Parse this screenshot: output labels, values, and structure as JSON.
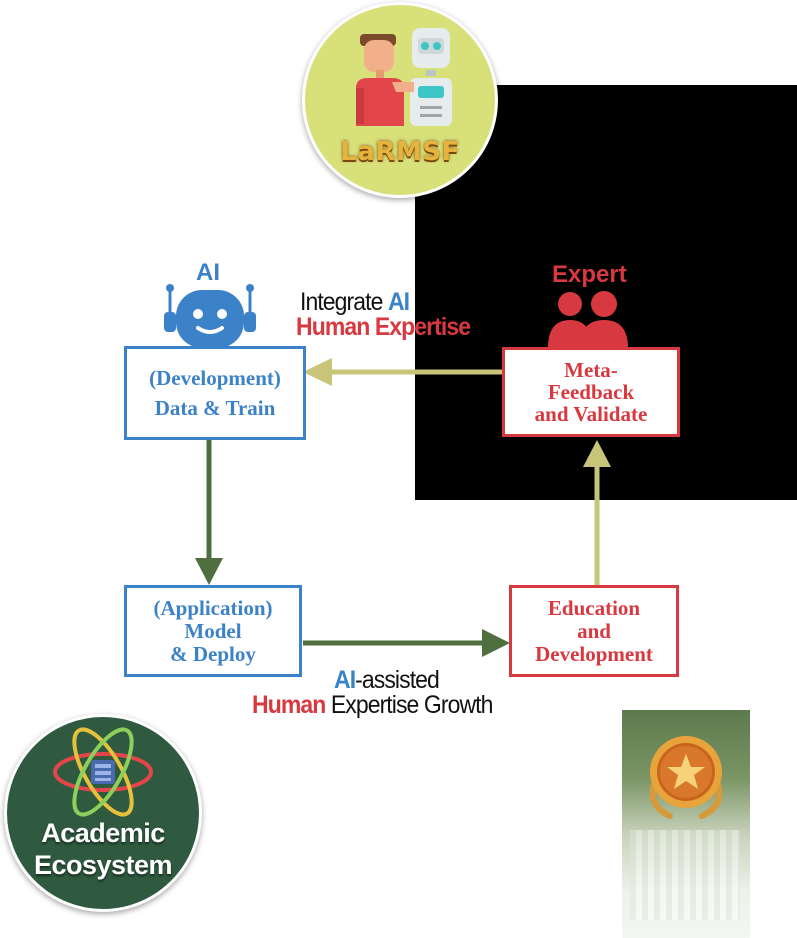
{
  "badges": {
    "top": {
      "label": "LaRMSF",
      "icon": "human-robot-icon"
    },
    "bottom": {
      "label_line1": "Academic",
      "label_line2": "Ecosystem",
      "icon": "atom-icon"
    }
  },
  "roles": {
    "ai": {
      "label": "AI",
      "icon": "robot-icon"
    },
    "expert": {
      "label": "Expert",
      "icon": "people-icon"
    }
  },
  "boxes": {
    "development": {
      "line1": "(Development)",
      "line2": "Data & Train"
    },
    "application": {
      "line1": "(Application)",
      "line2": "Model",
      "line3": "& Deploy"
    },
    "feedback": {
      "line1": "Meta-",
      "line2": "Feedback",
      "line3": "and Validate"
    },
    "education": {
      "line1": "Education",
      "line2": "and",
      "line3": "Development"
    }
  },
  "captions": {
    "integrate": {
      "word1": "Integrate ",
      "word2": "AI",
      "line2": "Human Expertise"
    },
    "growth": {
      "word1": "AI",
      "word2": "-assisted",
      "word3": "Human",
      "word4": " Expertise Growth"
    }
  },
  "colors": {
    "blue": "#3c82c8",
    "red": "#d8383f",
    "olive_arrow": "#c8c47a",
    "green_arrow": "#4f6f3e",
    "badge_top_bg": "#d8e07a",
    "badge_bottom_bg": "#2f5a3f"
  }
}
